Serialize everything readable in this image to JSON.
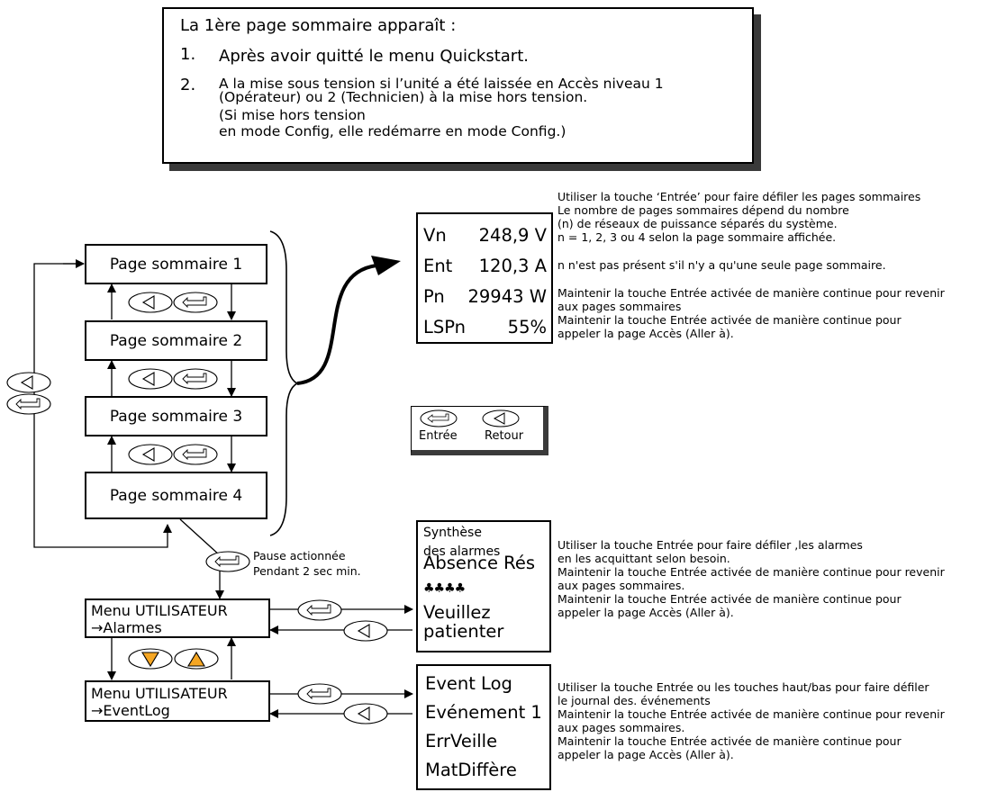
{
  "intro": {
    "title": "La 1ère page sommaire apparaît :",
    "item1_num": "1.",
    "item1_text": "Après avoir quitté le menu Quickstart.",
    "item2_num": "2.",
    "item2_line1": "A la mise sous tension si l’unité a été laissée en Accès niveau 1",
    "item2_line2": "(Opérateur) ou 2 (Technicien) à la mise hors tension.",
    "item2_line3": "(Si mise hors tension",
    "item2_line4": "en mode Config, elle redémarre en mode Config.)"
  },
  "summary_pages": [
    "Page sommaire 1",
    "Page sommaire 2",
    "Page sommaire 3",
    "Page sommaire 4"
  ],
  "display": {
    "rows": [
      {
        "label": "Vn",
        "value": "248,9 V"
      },
      {
        "label": "Ent",
        "value": "120,3 A"
      },
      {
        "label": "Pn",
        "value": "29943 W"
      },
      {
        "label": "LSPn",
        "value": "55%"
      }
    ]
  },
  "summary_notes": {
    "l1": "Utiliser la touche ‘Entrée’ pour faire défiler les pages sommaires",
    "l2": "Le nombre de pages sommaires dépend du nombre",
    "l3": "(n) de réseaux de puissance séparés du système.",
    "l4": "n = 1, 2, 3 ou 4 selon la page sommaire affichée.",
    "l5": "n n'est pas présent s'il n'y a qu'une seule page sommaire.",
    "l6": "Maintenir la touche Entrée activée de manière continue pour revenir",
    "l7": "aux pages sommaires",
    "l8": "Maintenir la touche Entrée activée de manière continue pour",
    "l9": "appeler la page Accès (Aller à)."
  },
  "legend": {
    "enter_label": "Entrée",
    "back_label": "Retour"
  },
  "pause": {
    "line1": "Pause actionnée",
    "line2": "Pendant 2 sec min."
  },
  "user_menu_alarms": {
    "line1": "Menu UTILISATEUR",
    "line2": "→Alarmes"
  },
  "user_menu_eventlog": {
    "line1": "Menu UTILISATEUR",
    "line2": "→EventLog"
  },
  "alarm_display": {
    "l1": "Synthèse",
    "l2": "des alarmes",
    "l3": "Absence Rés",
    "l4": "♣♣♣♣",
    "l5": "Veuillez",
    "l6": "patienter"
  },
  "alarm_notes": {
    "l1": "Utiliser la touche Entrée pour faire défiler ,les alarmes",
    "l2": "en les acquittant selon besoin.",
    "l3": "Maintenir la touche Entrée activée de manière continue pour revenir",
    "l4": "aux pages sommaires.",
    "l5": "Maintenir la touche Entrée activée de manière continue pour",
    "l6": "appeler la page Accès (Aller à)."
  },
  "event_display": {
    "l1": "Event Log",
    "l2": "Evénement 1",
    "l3": "ErrVeille",
    "l4": "MatDiffère"
  },
  "event_notes": {
    "l1": "Utiliser la touche Entrée ou les touches haut/bas pour faire défiler",
    "l2": "le journal des. événements",
    "l3": "Maintenir la touche Entrée activée de manière continue pour revenir",
    "l4": "aux pages sommaires.",
    "l5": "Maintenir la touche Entrée activée de manière continue pour",
    "l6": "appeler la page Accès (Aller à)."
  },
  "colors": {
    "arrow_key_fill": "#f5a623",
    "shadow": "#3a3a3a"
  },
  "icons": [
    "enter-key-icon",
    "back-key-icon",
    "down-key-icon",
    "up-key-icon",
    "alarm-bell-icon"
  ]
}
